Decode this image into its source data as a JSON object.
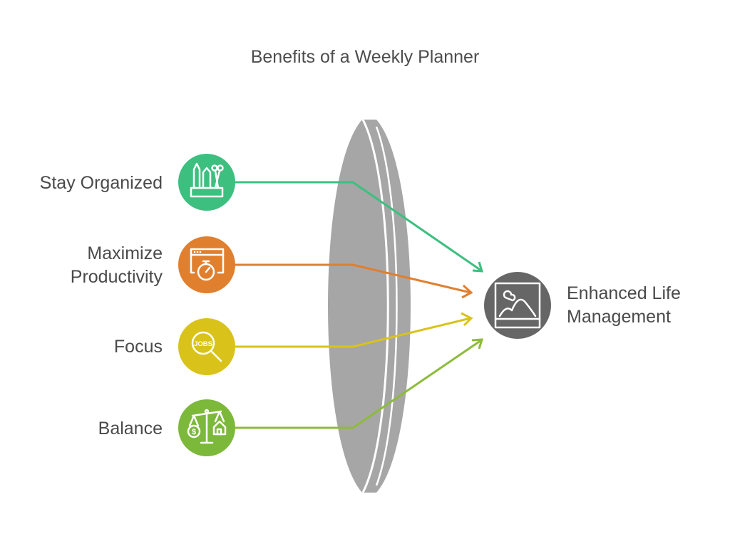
{
  "title": "Benefits of a Weekly Planner",
  "inputs": [
    {
      "label": "Stay Organized",
      "icon": "pencil-holder-icon",
      "color": "#3dbf7f"
    },
    {
      "label": "Maximize\nProductivity",
      "label_line1": "Maximize",
      "label_line2": "Productivity",
      "icon": "browser-stopwatch-icon",
      "color": "#e07f2e"
    },
    {
      "label": "Focus",
      "icon": "jobs-search-icon",
      "color": "#d9c31a"
    },
    {
      "label": "Balance",
      "icon": "scale-money-house-icon",
      "color": "#7cb83a"
    }
  ],
  "output": {
    "label_line1": "Enhanced Life",
    "label_line2": "Management",
    "icon": "image-landscape-icon",
    "color": "#666666"
  },
  "lens": {
    "color": "#a6a6a6"
  },
  "icon_text": {
    "jobs": "JOBS"
  }
}
